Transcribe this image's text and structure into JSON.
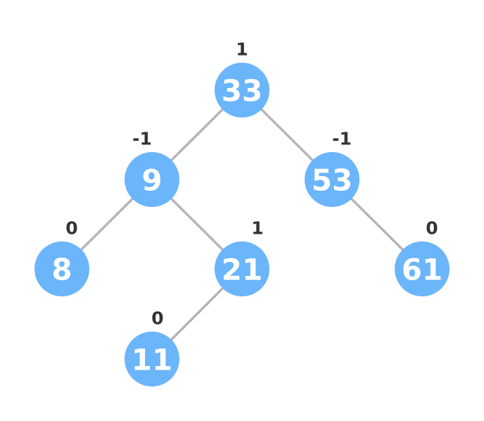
{
  "tree": {
    "nodes": [
      {
        "id": "33",
        "value": "33",
        "balance": "1"
      },
      {
        "id": "9",
        "value": "9",
        "balance": "-1"
      },
      {
        "id": "53",
        "value": "53",
        "balance": "-1"
      },
      {
        "id": "8",
        "value": "8",
        "balance": "0"
      },
      {
        "id": "21",
        "value": "21",
        "balance": "1"
      },
      {
        "id": "61",
        "value": "61",
        "balance": "0"
      },
      {
        "id": "11",
        "value": "11",
        "balance": "0"
      }
    ],
    "edges": [
      {
        "from": "33",
        "to": "9"
      },
      {
        "from": "33",
        "to": "53"
      },
      {
        "from": "9",
        "to": "8"
      },
      {
        "from": "9",
        "to": "21"
      },
      {
        "from": "53",
        "to": "61"
      },
      {
        "from": "21",
        "to": "11"
      }
    ],
    "colors": {
      "node_fill": "#6bb5fb",
      "node_text": "#ffffff",
      "edge": "#b5b5b5",
      "balance_text": "#333333"
    }
  }
}
